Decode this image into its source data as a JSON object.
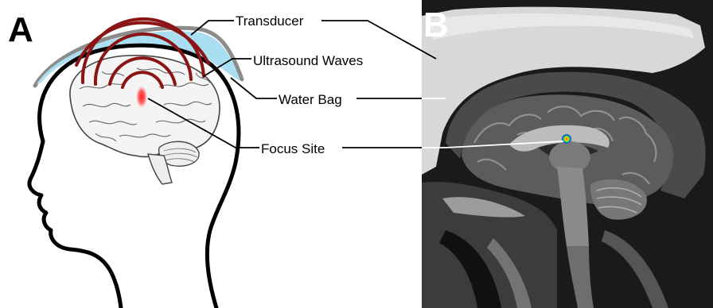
{
  "panels": {
    "a": {
      "letter": "A"
    },
    "b": {
      "letter": "B"
    }
  },
  "callouts": {
    "transducer": "Transducer",
    "ultrasound_waves": "Ultrasound Waves",
    "water_bag": "Water Bag",
    "focus_site": "Focus Site"
  },
  "colors": {
    "water_bag": "#a9dff0",
    "transducer": "#8c8c8c",
    "waves": "#8b1414",
    "focus": "#ff3b3b",
    "head_outline": "#000000",
    "mri_background": "#1a1a1a"
  }
}
